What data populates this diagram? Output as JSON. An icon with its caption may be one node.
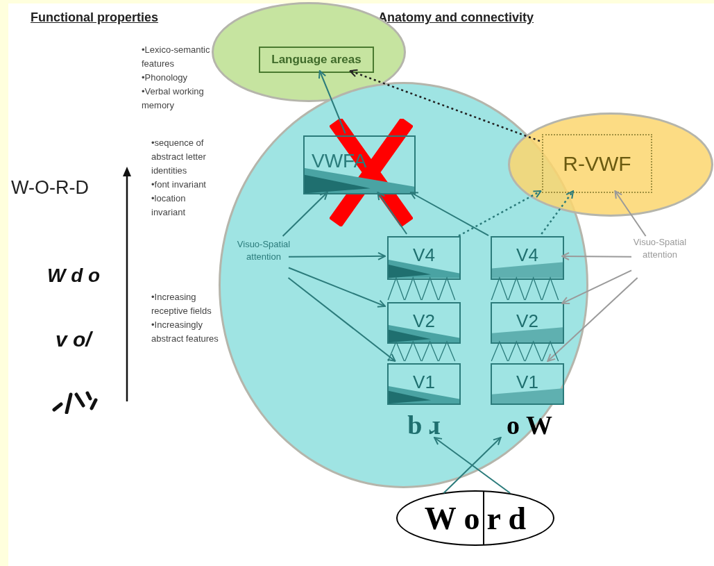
{
  "diagram": {
    "nodes": [
      {
        "text": [],
        "shape": "ellipse"
      },
      {
        "text": [
          "Language areas"
        ],
        "in": 0
      },
      {
        "text": [],
        "shape": "ellipse"
      },
      {
        "text": [
          "VWFA"
        ],
        "in": 2
      },
      {
        "text": [],
        "shape": "ellipse"
      },
      {
        "text": [
          "R-VWF"
        ],
        "in": 4
      },
      {
        "text": [
          "Visuo-Spatial attention"
        ],
        "in": 2
      },
      {
        "text": [
          "V4"
        ],
        "in": 2
      },
      {
        "text": [
          "V4"
        ],
        "in": 2
      },
      {
        "text": [
          "Visuo-Spatial attention"
        ]
      },
      {
        "text": [
          "V2"
        ],
        "in": 2
      },
      {
        "text": [
          "V2"
        ],
        "in": 2
      },
      {
        "text": [
          "V1"
        ],
        "in": 2
      },
      {
        "text": [
          "V1"
        ],
        "in": 2
      },
      {
        "text": [
          "b ɹ"
        ],
        "in": 2
      },
      {
        "text": [
          "o W"
        ],
        "in": 2
      },
      {
        "text": [
          "W o",
          "r d"
        ]
      }
    ],
    "edges": [
      {
        "from": 3,
        "to": 1,
        "arrow": "to"
      },
      {
        "from": 5,
        "to": 1,
        "arrow": "to",
        "style": "dashed",
        "color": "#222222"
      },
      {
        "from": 7,
        "to": 3,
        "arrow": "to"
      },
      {
        "from": 8,
        "to": 3,
        "arrow": "to"
      },
      {
        "from": 7,
        "to": 5,
        "arrow": "to",
        "style": "dashed"
      },
      {
        "from": 8,
        "to": 5,
        "arrow": "to",
        "style": "dashed"
      },
      {
        "from": 6,
        "to": 3,
        "arrow": "to"
      },
      {
        "from": 6,
        "to": 7,
        "arrow": "to"
      },
      {
        "from": 6,
        "to": 10,
        "arrow": "to"
      },
      {
        "from": 6,
        "to": 12,
        "arrow": "to"
      },
      {
        "from": 9,
        "to": 5,
        "arrow": "to",
        "color": "#9a9a9a"
      },
      {
        "from": 9,
        "to": 8,
        "arrow": "to",
        "color": "#9a9a9a"
      },
      {
        "from": 9,
        "to": 11,
        "arrow": "to",
        "color": "#9a9a9a"
      },
      {
        "from": 9,
        "to": 13,
        "arrow": "to",
        "color": "#9a9a9a"
      },
      {
        "from": 10,
        "to": 7,
        "arrow": "none"
      },
      {
        "from": 11,
        "to": 8,
        "arrow": "none"
      },
      {
        "from": 12,
        "to": 10,
        "arrow": "none"
      },
      {
        "from": 13,
        "to": 11,
        "arrow": "none"
      },
      {
        "from": 16,
        "to": 14,
        "arrow": "to"
      },
      {
        "from": 16,
        "to": 15,
        "arrow": "to"
      }
    ],
    "labels": [
      "Functional properties",
      "Anatomy and connectivity",
      "•Lexico-semantic features",
      "•Phonology",
      "•Verbal working memory",
      "•sequence of abstract letter identities",
      "•font invariant",
      "•location invariant",
      "•Increasing receptive fields",
      "•Increasingly abstract features",
      "W-O-R-D",
      "W d o",
      "v o/"
    ]
  }
}
